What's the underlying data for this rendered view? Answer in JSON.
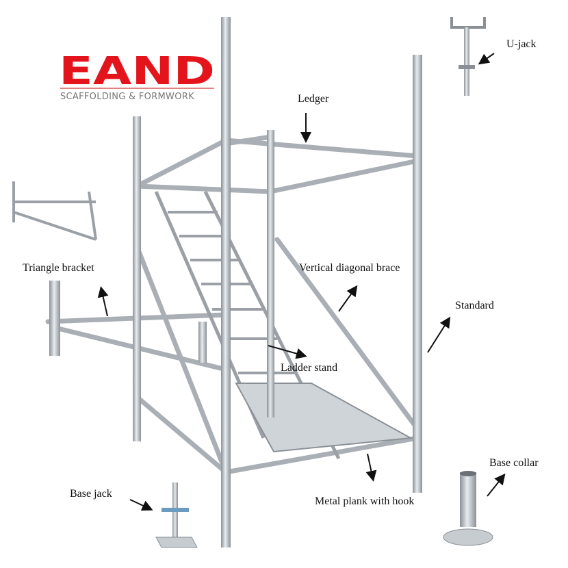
{
  "logo": {
    "brand": "EAND",
    "tagline": "SCAFFOLDING & FORMWORK",
    "brand_color": "#e3141c",
    "tagline_color": "#777777"
  },
  "labels": {
    "u_jack": "U-jack",
    "ledger": "Ledger",
    "triangle_bracket": "Triangle bracket",
    "vertical_diagonal_brace": "Vertical diagonal brace",
    "standard": "Standard",
    "ladder_stand": "Ladder stand",
    "base_jack": "Base jack",
    "metal_plank_with_hook": "Metal plank with hook",
    "base_collar": "Base collar"
  },
  "colors": {
    "steel": "#b9bec3",
    "steel_dark": "#8a9096",
    "arrow": "#111111"
  }
}
